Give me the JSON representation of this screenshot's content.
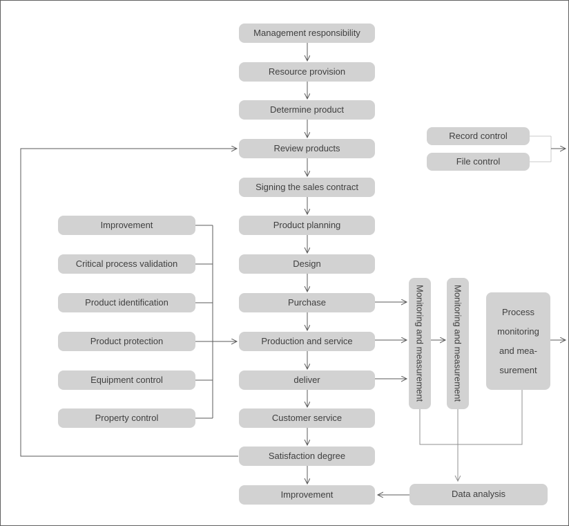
{
  "colors": {
    "background": "#ffffff",
    "node_fill": "#d2d2d2",
    "node_text": "#3f3f3f",
    "line_dark": "#5a5a5a",
    "line_mid": "#8f8f8f",
    "line_light": "#c8c8c8"
  },
  "main_flow": [
    {
      "label": "Management responsibility"
    },
    {
      "label": "Resource provision"
    },
    {
      "label": "Determine product"
    },
    {
      "label": "Review products"
    },
    {
      "label": "Signing the sales contract"
    },
    {
      "label": "Product planning"
    },
    {
      "label": "Design"
    },
    {
      "label": "Purchase"
    },
    {
      "label": "Production and service"
    },
    {
      "label": "deliver"
    },
    {
      "label": "Customer service"
    },
    {
      "label": "Satisfaction degree"
    },
    {
      "label": "Improvement"
    }
  ],
  "left_column": [
    {
      "label": "Improvement"
    },
    {
      "label": "Critical process validation"
    },
    {
      "label": "Product identification"
    },
    {
      "label": "Product protection"
    },
    {
      "label": "Equipment control"
    },
    {
      "label": "Property control"
    }
  ],
  "control_boxes": [
    {
      "label": "Record control"
    },
    {
      "label": "File control"
    }
  ],
  "measurement_columns": [
    {
      "label": "Monitoring and measurement"
    },
    {
      "label": "Monitoring and measurement"
    }
  ],
  "process_box": {
    "lines": [
      "Process",
      "monitoring",
      "and mea-",
      "surement"
    ]
  },
  "data_analysis": {
    "label": "Data analysis"
  }
}
